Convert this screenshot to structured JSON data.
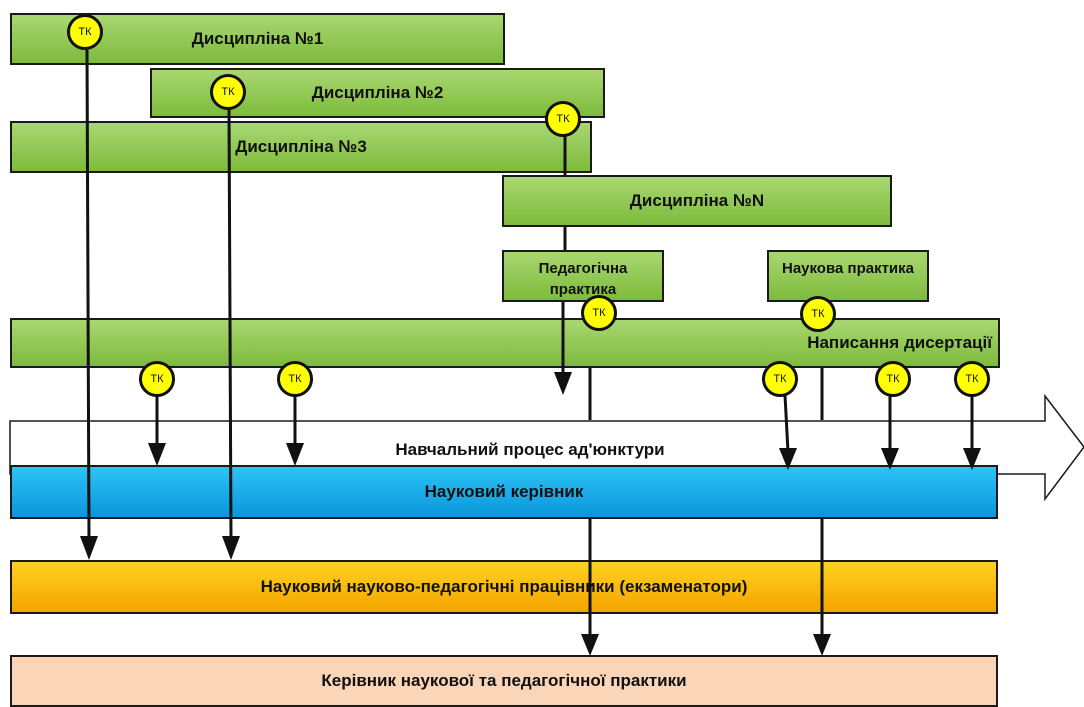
{
  "disciplines": {
    "d1": "Дисципліна №1",
    "d2": "Дисципліна №2",
    "d3": "Дисципліна №3",
    "dn": "Дисципліна №N"
  },
  "practice": {
    "pedagogical": "Педагогічна практика",
    "scientific": "Наукова практика"
  },
  "dissertation": "Написання дисертації",
  "process_arrow": "Навчальний процес ад'юнктури",
  "supervisor": "Науковий керівник",
  "examiners": "Науковий науково-педагогічні працівники (екзаменатори)",
  "practice_head": "Керівник наукової та педагогічної практики",
  "tk_label": "ТК",
  "colors": {
    "green": "#8cc63f",
    "blue": "#1aaeea",
    "orange": "#fbb900",
    "peach": "#fbd5b8",
    "tk": "#ffff00"
  }
}
